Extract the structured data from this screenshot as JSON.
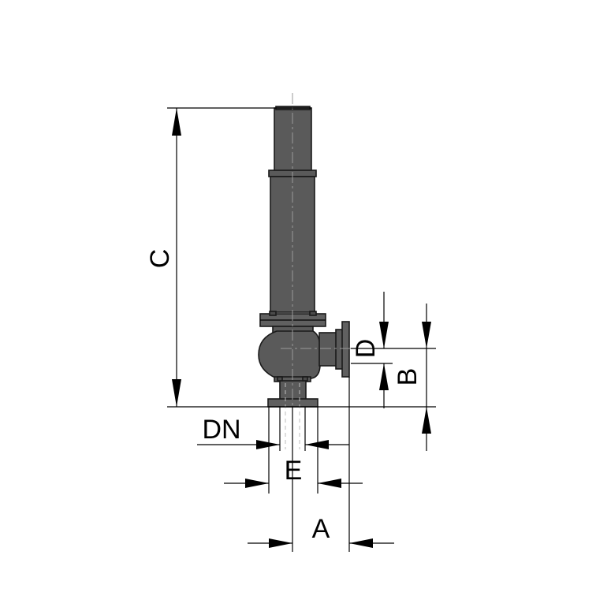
{
  "labels": {
    "c": "C",
    "d": "D",
    "b": "B",
    "dn": "DN",
    "e": "E",
    "a": "A"
  },
  "colors": {
    "body": "#5a5a5a",
    "outline": "#1a1a1a",
    "background": "#ffffff"
  }
}
